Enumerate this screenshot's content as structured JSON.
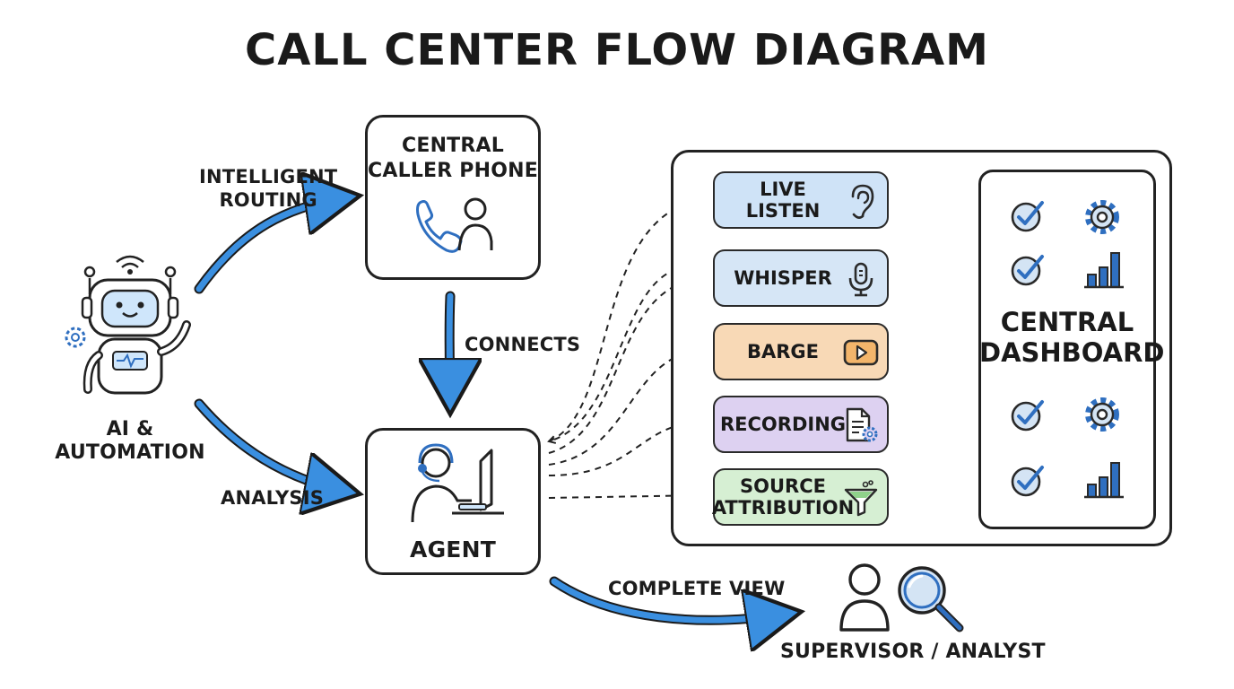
{
  "title": "CALL CENTER FLOW DIAGRAM",
  "nodes": {
    "ai": {
      "line1": "AI &",
      "line2": "AUTOMATION"
    },
    "caller": {
      "line1": "CENTRAL",
      "line2": "CALLER PHONE"
    },
    "agent": {
      "label": "AGENT"
    },
    "supervisor": {
      "label": "SUPERVISOR / ANALYST"
    },
    "dashboard": {
      "line1": "CENTRAL",
      "line2": "DASHBOARD"
    }
  },
  "edges": {
    "routing": {
      "line1": "INTELLIGENT",
      "line2": "ROUTING"
    },
    "analysis": "ANALYSIS",
    "connects": "CONNECTS",
    "complete_view": "COMPLETE VIEW"
  },
  "features": [
    {
      "line1": "LIVE",
      "line2": "LISTEN",
      "color": "#cfe3f7",
      "icon": "ear-icon"
    },
    {
      "line1": "WHISPER",
      "line2": "",
      "color": "#d6e6f6",
      "icon": "microphone-icon"
    },
    {
      "line1": "BARGE",
      "line2": "",
      "color": "#f8d9b6",
      "icon": "play-button-icon"
    },
    {
      "line1": "RECORDING",
      "line2": "",
      "color": "#ddd1f1",
      "icon": "document-gear-icon"
    },
    {
      "line1": "SOURCE",
      "line2": "ATTRIBUTION",
      "color": "#d6efd3",
      "icon": "funnel-icon"
    }
  ],
  "colors": {
    "arrow_blue": "#3a8fe0",
    "icon_blue": "#2f6fc0",
    "stroke": "#222222"
  },
  "dashboard_icons": [
    "check-icon",
    "gear-icon",
    "check-icon",
    "bar-chart-icon",
    "check-icon",
    "gear-icon",
    "check-icon",
    "bar-chart-icon"
  ]
}
